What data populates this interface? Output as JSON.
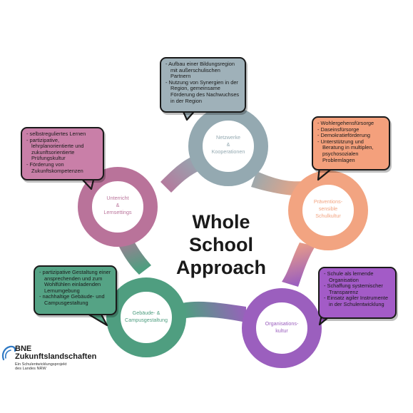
{
  "center_title": [
    "Whole",
    "School",
    "Approach"
  ],
  "nodes": [
    {
      "id": "netzwerke",
      "lines": [
        "Netzwerke",
        "&",
        "Kooperationen"
      ],
      "color": "#94a9b1"
    },
    {
      "id": "praevention",
      "lines": [
        "Präventions-",
        "sensible",
        "Schulkultur"
      ],
      "color": "#f2a481"
    },
    {
      "id": "organisation",
      "lines": [
        "Organisations-",
        "kultur"
      ],
      "color": "#9b5fbe"
    },
    {
      "id": "gebaeude",
      "lines": [
        "Gebäude- &",
        "Campusgestaltung"
      ],
      "color": "#4f9e80"
    },
    {
      "id": "unterricht",
      "lines": [
        "Unterricht",
        "&",
        "Lernsettings"
      ],
      "color": "#b9739a"
    }
  ],
  "bubbles": {
    "netzwerke": {
      "color": "#9fb1b9",
      "items": [
        "Aufbau einer Bildungsregion mit außerschulischen Partnern",
        "Nutzung von Synergien in der Region, gemeinsame Förderung des Nachwuchses in der Region"
      ]
    },
    "praevention": {
      "color": "#f4a07c",
      "items": [
        "Wohlergehensfürsorge",
        "Daseinsfürsorge",
        "Demokratieförderung",
        "Unterstützung und Beratung in multiplen, psychosozialen Problemlagen"
      ]
    },
    "organisation": {
      "color": "#a35bc7",
      "items": [
        "Schule als lernende Organisation",
        "Schaffung systemischer Transparenz",
        "Einsatz agiler Instrumente in der Schulentwicklung"
      ]
    },
    "gebaeude": {
      "color": "#55a385",
      "items": [
        "partizipative Gestaltung einer ansprechenden und zum Wohlfühlen einladenden Lernumgebung",
        "nachhaltige Gebäude- und Campusgestaltung"
      ]
    },
    "unterricht": {
      "color": "#c97fa8",
      "items": [
        "selbstreguliertes Lernen",
        "partizipative, lehrplanorientierte und zukunftsorientierte Prüfungskultur",
        "Förderung von Zukunftskompetenzen"
      ]
    }
  },
  "logo": {
    "line1": "BNE",
    "line2": "Zukunftslandschaften",
    "line3": "Ein Schulentwicklungsprojekt",
    "line4": "des Landes NRW",
    "color": "#2f79c4"
  }
}
